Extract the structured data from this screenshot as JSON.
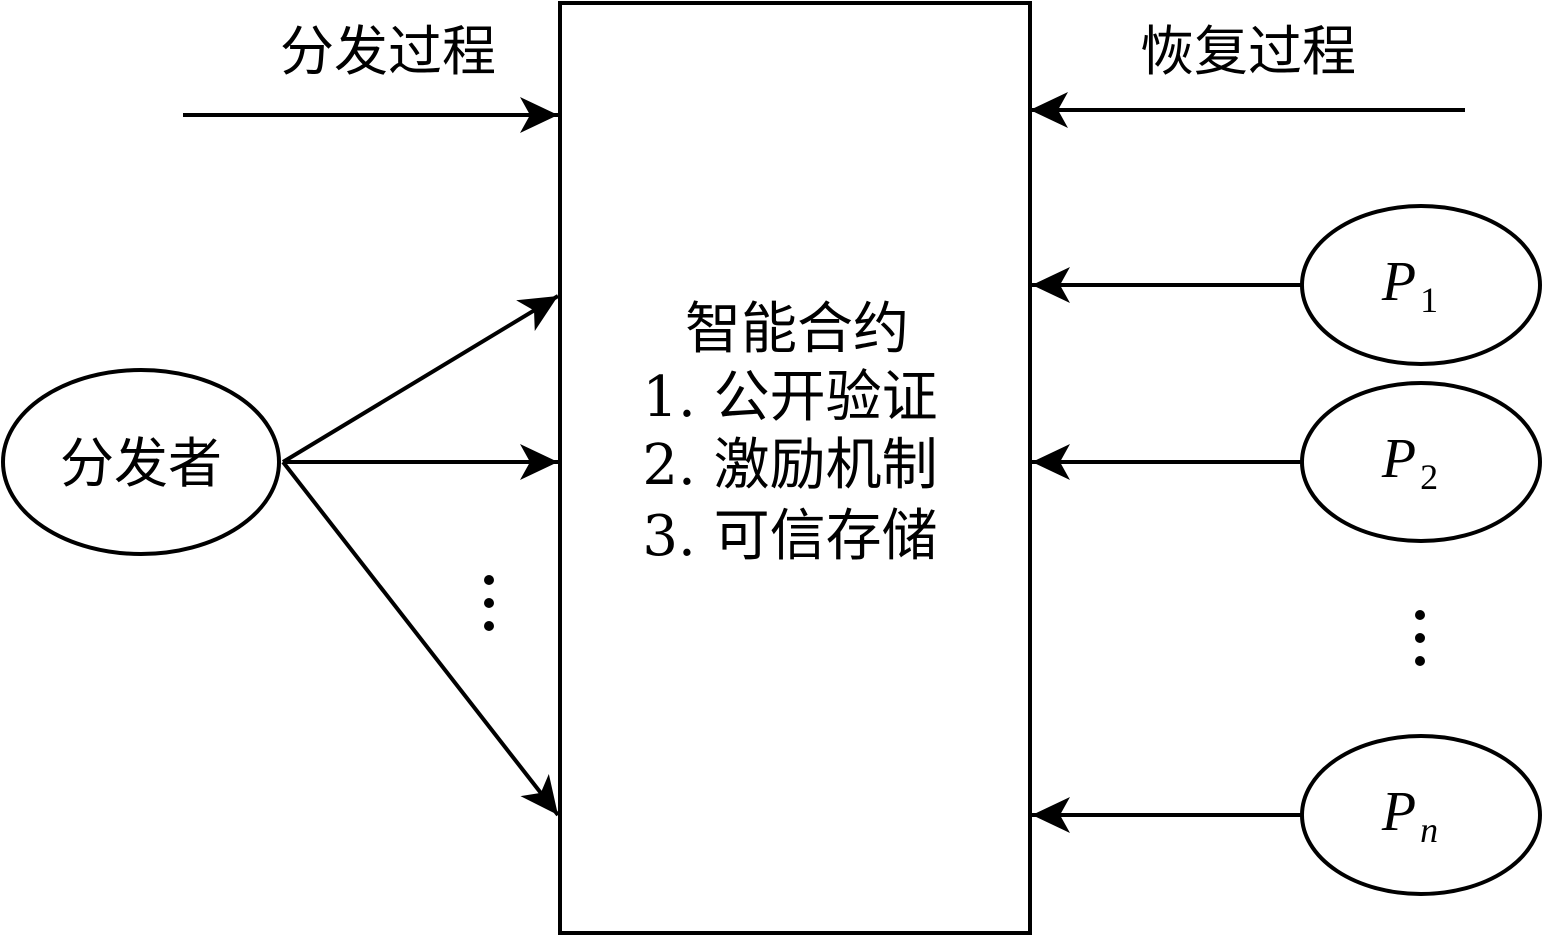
{
  "labels": {
    "distribution_process": "分发过程",
    "recovery_process": "恢复过程"
  },
  "distributor": {
    "label": "分发者"
  },
  "smart_contract": {
    "title": "智能合约",
    "items": [
      "1. 公开验证",
      "2. 激励机制",
      "3. 可信存储"
    ]
  },
  "participants": [
    {
      "var": "P",
      "sub": "1"
    },
    {
      "var": "P",
      "sub": "2"
    },
    {
      "var": "P",
      "sub": "n"
    }
  ],
  "ellipsis_glyph": "⋮"
}
